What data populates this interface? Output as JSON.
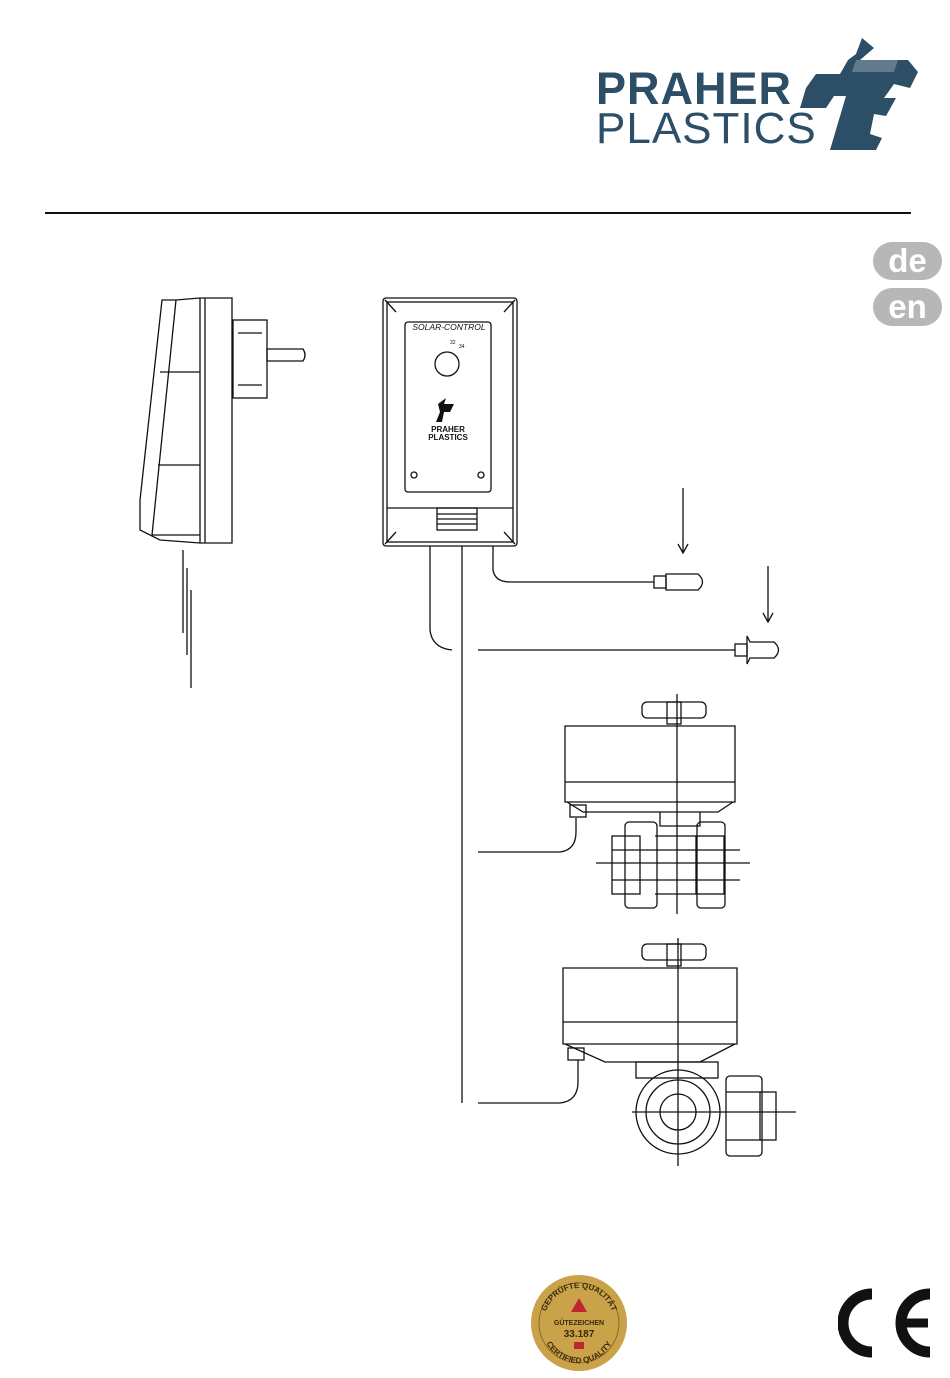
{
  "brand": {
    "line1": "PRAHER",
    "line2": "PLASTICS",
    "color": "#2c4e66"
  },
  "languages": [
    "de",
    "en"
  ],
  "controller": {
    "label": "SOLAR-CONTROL",
    "logo_line1": "PRAHER",
    "logo_line2": "PLASTICS",
    "dial_marks": [
      "32",
      "34"
    ]
  },
  "seal": {
    "top_text": "GEPRÜFTE QUALITÄT",
    "bottom_text": "CERTIFIED QUALITY",
    "center_label": "GÜTEZEICHEN",
    "number": "33.187",
    "color": "#c9a24a"
  },
  "ce_mark": "CE"
}
